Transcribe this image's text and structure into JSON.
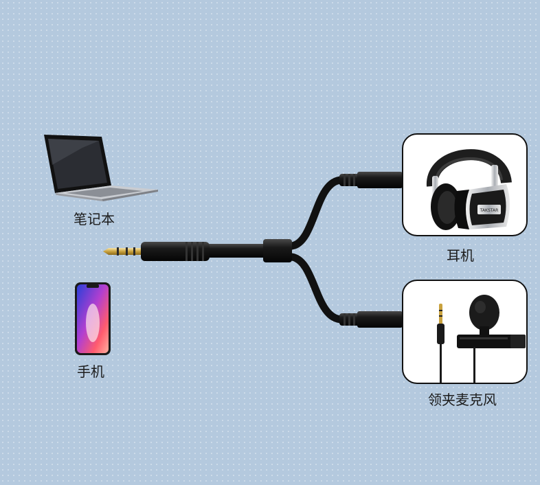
{
  "devices": {
    "laptop": {
      "label": "笔记本",
      "icon": "laptop-icon"
    },
    "phone": {
      "label": "手机",
      "icon": "smartphone-icon"
    },
    "headphones": {
      "label": "耳机",
      "icon": "headphones-icon",
      "brand": "TAKSTAR"
    },
    "lavalier_mic": {
      "label": "领夹麦克风",
      "icon": "lavalier-microphone-icon"
    }
  },
  "cable": {
    "type": "3.5mm TRRS Y-splitter",
    "color": "#1a1a1a"
  },
  "colors": {
    "background": "#b4c9de",
    "panel_border": "#111111",
    "panel_fill": "#ffffff"
  }
}
